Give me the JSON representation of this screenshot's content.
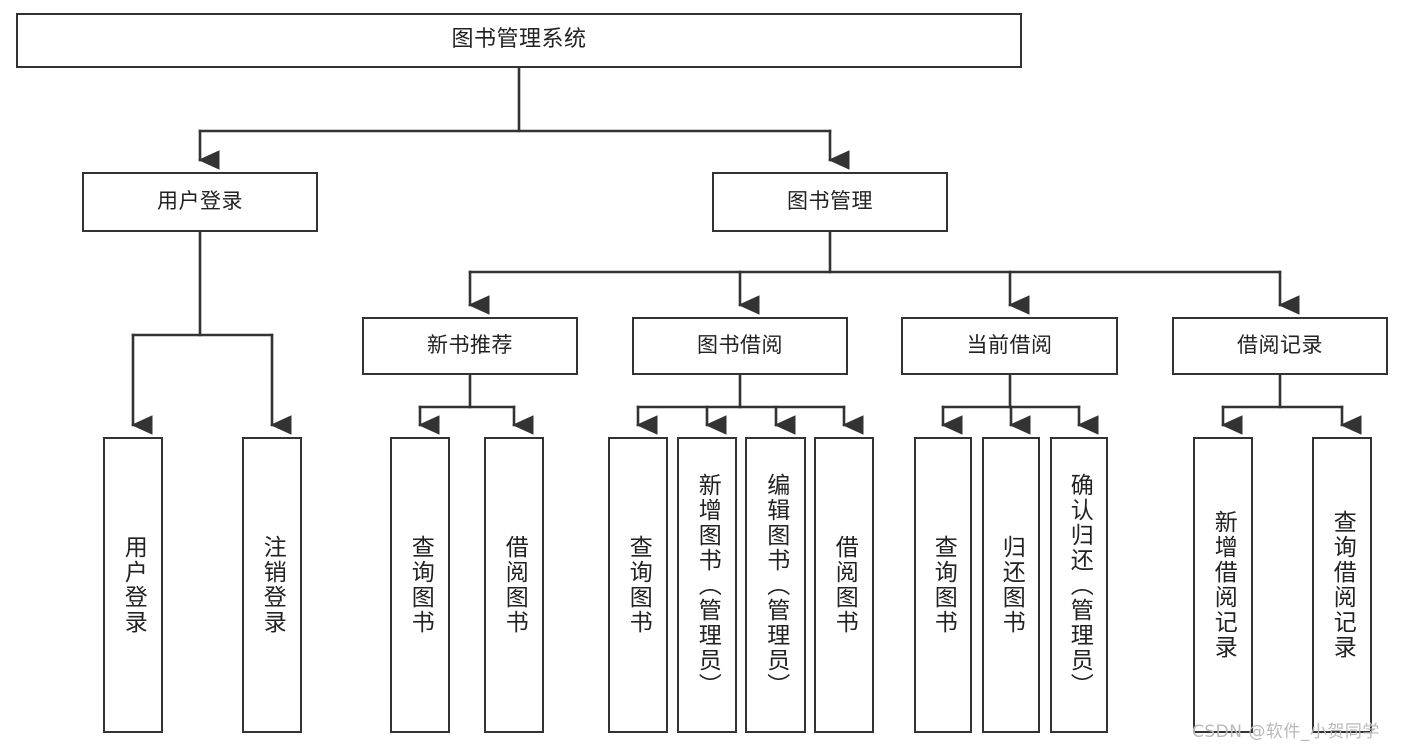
{
  "diagram": {
    "type": "tree",
    "title": "图书管理系统",
    "orientation": "top-down",
    "colors": {
      "box_border": "#333333",
      "box_fill": "#ffffff",
      "line": "#333333",
      "text": "#222222",
      "watermark": "#b9b9b9",
      "background": "#ffffff"
    },
    "root": {
      "label": "图书管理系统"
    },
    "level2": [
      {
        "label": "用户登录"
      },
      {
        "label": "图书管理"
      }
    ],
    "level3": [
      {
        "label": "新书推荐"
      },
      {
        "label": "图书借阅"
      },
      {
        "label": "当前借阅"
      },
      {
        "label": "借阅记录"
      }
    ],
    "leaves": [
      {
        "label": "用户登录",
        "parent": "用户登录"
      },
      {
        "label": "注销登录",
        "parent": "用户登录"
      },
      {
        "label": "查询图书",
        "parent": "新书推荐"
      },
      {
        "label": "借阅图书",
        "parent": "新书推荐"
      },
      {
        "label": "查询图书",
        "parent": "图书借阅"
      },
      {
        "label": "新增图书（管理员）",
        "parent": "图书借阅"
      },
      {
        "label": "编辑图书（管理员）",
        "parent": "图书借阅"
      },
      {
        "label": "借阅图书",
        "parent": "图书借阅"
      },
      {
        "label": "查询图书",
        "parent": "当前借阅"
      },
      {
        "label": "归还图书",
        "parent": "当前借阅"
      },
      {
        "label": "确认归还（管理员）",
        "parent": "当前借阅"
      },
      {
        "label": "新增借阅记录",
        "parent": "借阅记录"
      },
      {
        "label": "查询借阅记录",
        "parent": "借阅记录"
      }
    ],
    "watermark": "CSDN @软件_小贺同学"
  }
}
